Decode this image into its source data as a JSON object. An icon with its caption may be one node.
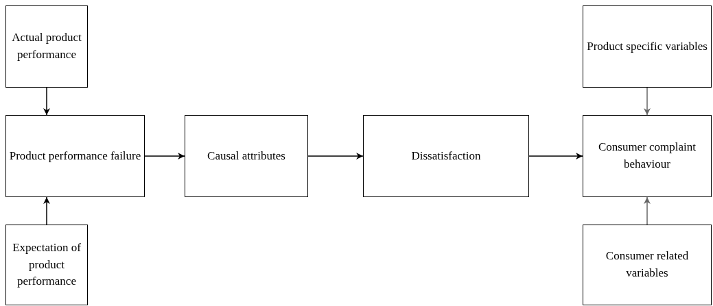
{
  "diagram": {
    "nodes": [
      {
        "text": [
          "Actual product performance"
        ]
      },
      {
        "text": [
          "Product performance failure"
        ]
      },
      {
        "text": [
          "Expectation of product performance"
        ]
      },
      {
        "text": [
          "Causal attributes"
        ]
      },
      {
        "text": [
          "Dissatisfaction"
        ]
      },
      {
        "text": [
          "Product specific variables"
        ]
      },
      {
        "text": [
          "Consumer complaint behaviour"
        ]
      },
      {
        "text": [
          "Consumer related variables"
        ]
      }
    ],
    "edges": [
      {
        "from": 0,
        "to": 1,
        "arrow": "to"
      },
      {
        "from": 2,
        "to": 1,
        "arrow": "to"
      },
      {
        "from": 1,
        "to": 3,
        "arrow": "to"
      },
      {
        "from": 3,
        "to": 4,
        "arrow": "to"
      },
      {
        "from": 4,
        "to": 6,
        "arrow": "to"
      },
      {
        "from": 5,
        "to": 6,
        "arrow": "to",
        "color": "#666666"
      },
      {
        "from": 7,
        "to": 6,
        "arrow": "to",
        "color": "#666666"
      }
    ]
  }
}
